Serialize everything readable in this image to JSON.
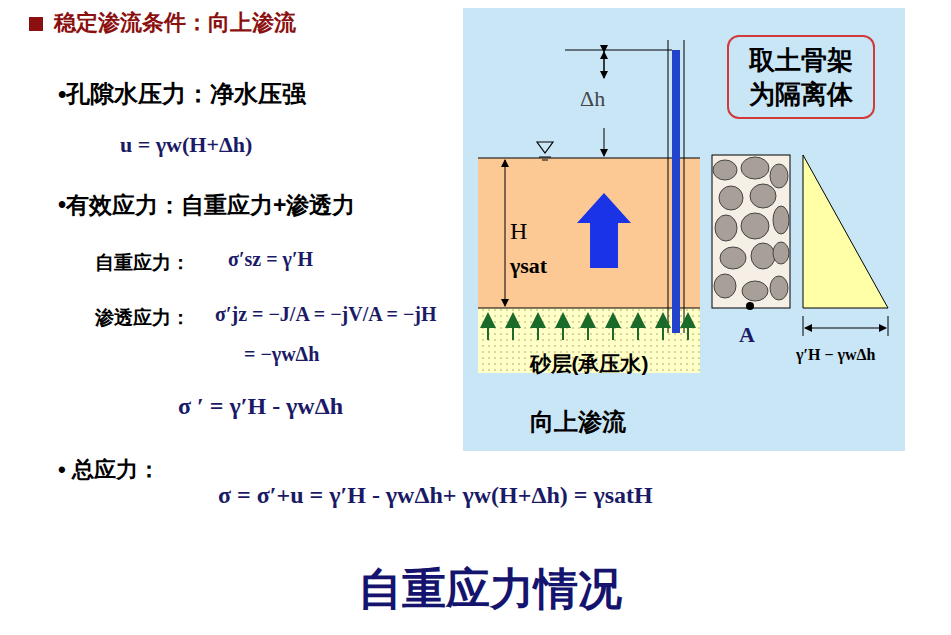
{
  "diagram": {
    "title": "稳定渗流条件：向上渗流",
    "caption": "自重应力情况",
    "nodes": [
      {
        "text": [
          "向上渗流"
        ]
      },
      {
        "text": [
          "取土骨架为隔离体"
        ],
        "in": 0
      },
      {
        "text": [
          "H",
          "γsat"
        ],
        "in": 0
      },
      {
        "text": [
          "砂层(承压水)"
        ],
        "in": 0
      }
    ],
    "labels": [
      "•孔隙水压力：净水压强",
      "u = γw(H+Δh)",
      "•有效应力：自重应力+渗透力",
      "自重应力：",
      "σ′sz = γ′H",
      "渗透应力：",
      "σ′jz = −J/A = −jV/A = −jH",
      "= −γwΔh",
      "σ ′ = γ′H - γwΔh",
      "• 总应力：",
      "σ = σ′+u = γ′H - γwΔh+ γw(H+Δh) = γsatH",
      "Δh",
      "A",
      "γ′H − γwΔh"
    ]
  }
}
